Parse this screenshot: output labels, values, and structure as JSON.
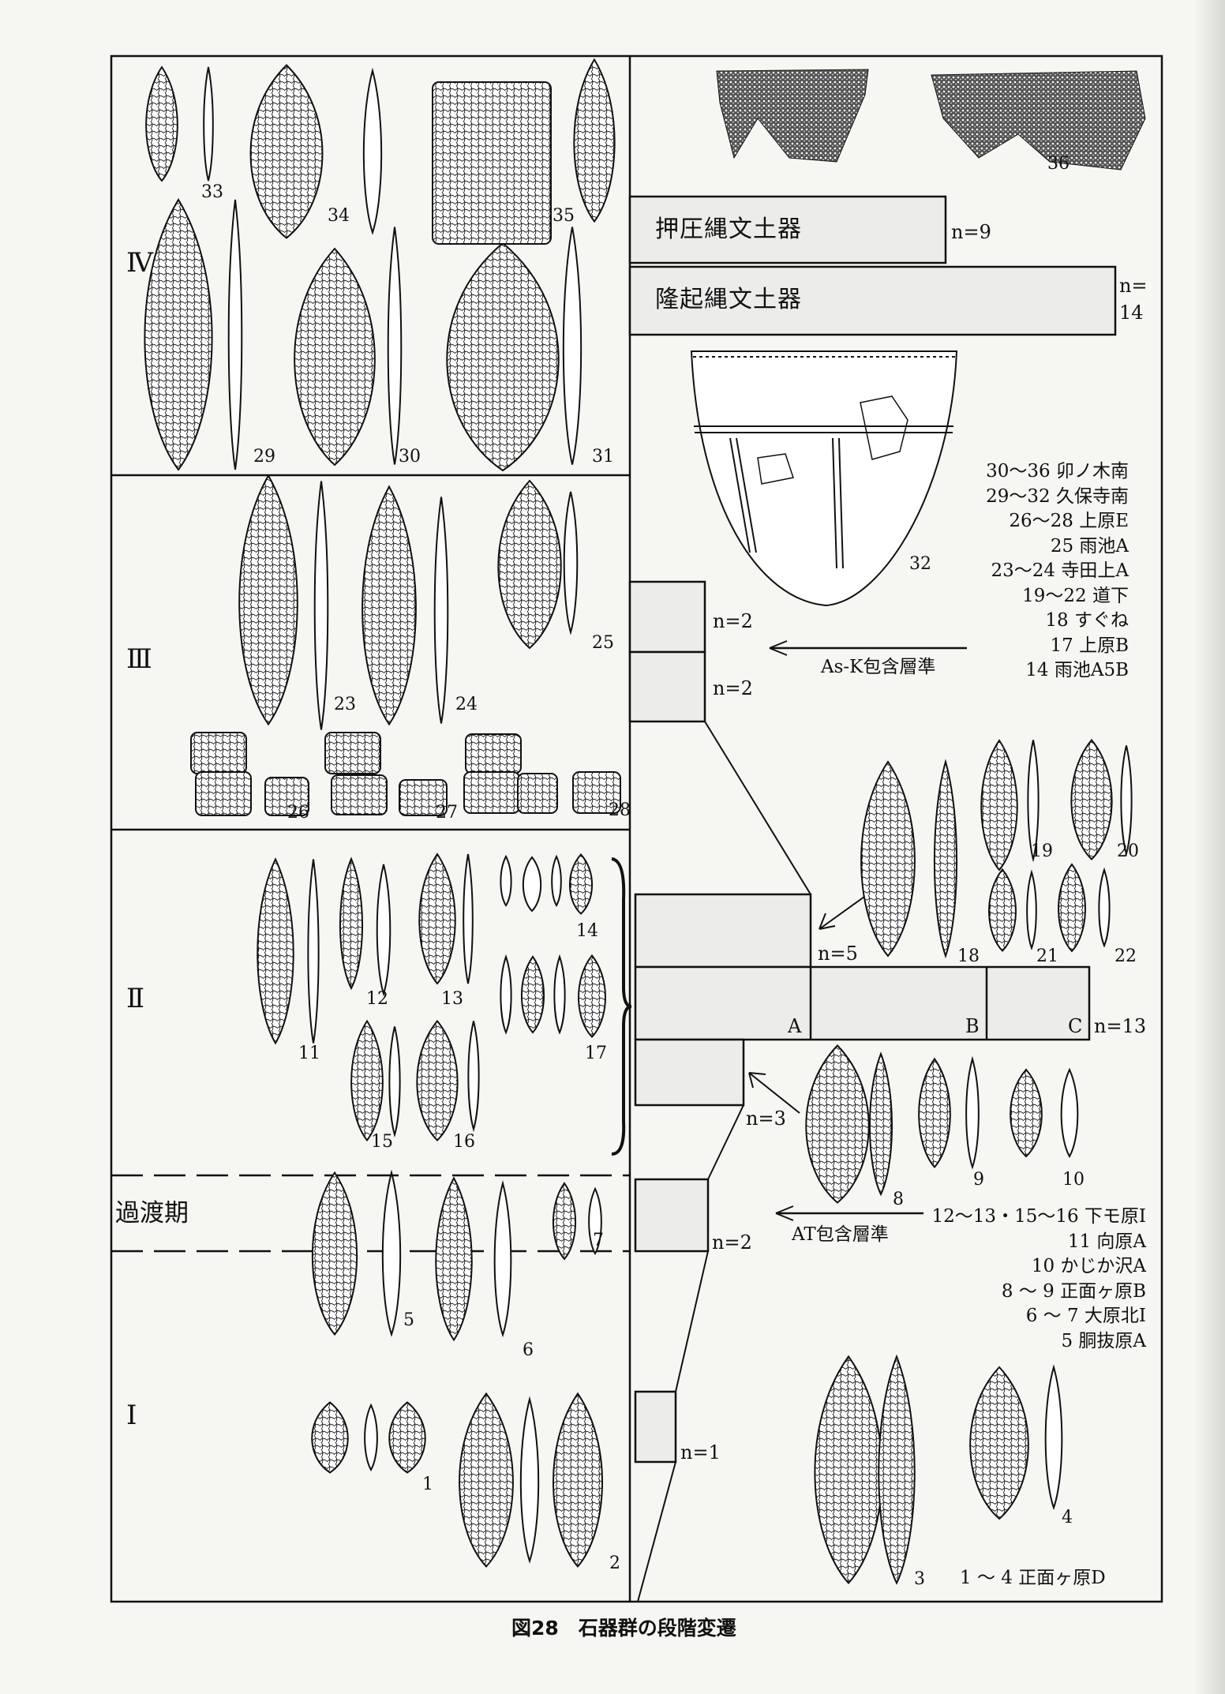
{
  "phases": {
    "IV": "Ⅳ",
    "III": "Ⅲ",
    "II": "Ⅱ",
    "transition": "過渡期",
    "I": "Ⅰ"
  },
  "bars": {
    "oshigata": {
      "label": "押圧縄文土器",
      "n": "n=9"
    },
    "ryuki": {
      "label": "隆起縄文土器",
      "n_line1": "n=",
      "n_line2": "14"
    },
    "III_upper": {
      "n": "n=2"
    },
    "III_lower": {
      "n": "n=2"
    },
    "II_upper": {
      "n": "n=5"
    },
    "II_abc": {
      "a": "A",
      "b": "B",
      "c": "C",
      "n": "n=13"
    },
    "II_lower": {
      "n": "n=3"
    },
    "transition": {
      "n": "n=2"
    },
    "I": {
      "n": "n=1"
    }
  },
  "horizons": {
    "ask": "As-K包含層準",
    "at": "AT包含層準"
  },
  "legend_upper": [
    "30～36 卯ノ木南",
    "29～32 久保寺南",
    "26～28 上原E",
    "25 雨池A",
    "23～24 寺田上A",
    "19～22 道下",
    "18 すぐね",
    "17 上原B",
    "14 雨池A5B"
  ],
  "legend_lower": [
    "12～13・15～16 下モ原I",
    "11 向原A",
    "10 かじか沢A",
    "8 ～ 9 正面ヶ原B",
    "6 ～ 7 大原北I",
    "5 胴抜原A"
  ],
  "legend_I": "1 ～ 4 正面ヶ原D",
  "figure_numbers": {
    "n1": "1",
    "n2": "2",
    "n3": "3",
    "n4": "4",
    "n5": "5",
    "n6": "6",
    "n7": "7",
    "n8": "8",
    "n9": "9",
    "n10": "10",
    "n11": "11",
    "n12": "12",
    "n13": "13",
    "n14": "14",
    "n15": "15",
    "n16": "16",
    "n17": "17",
    "n18": "18",
    "n19": "19",
    "n20": "20",
    "n21": "21",
    "n22": "22",
    "n23": "23",
    "n24": "24",
    "n25": "25",
    "n26": "26",
    "n27": "27",
    "n28": "28",
    "n29": "29",
    "n30": "30",
    "n31": "31",
    "n32": "32",
    "n33": "33",
    "n34": "34",
    "n35": "35",
    "n36": "36"
  },
  "caption": "図28　石器群の段階変遷",
  "colors": {
    "bar_fill": "#ececea",
    "ink": "#111111",
    "paper": "#f6f6f3"
  }
}
